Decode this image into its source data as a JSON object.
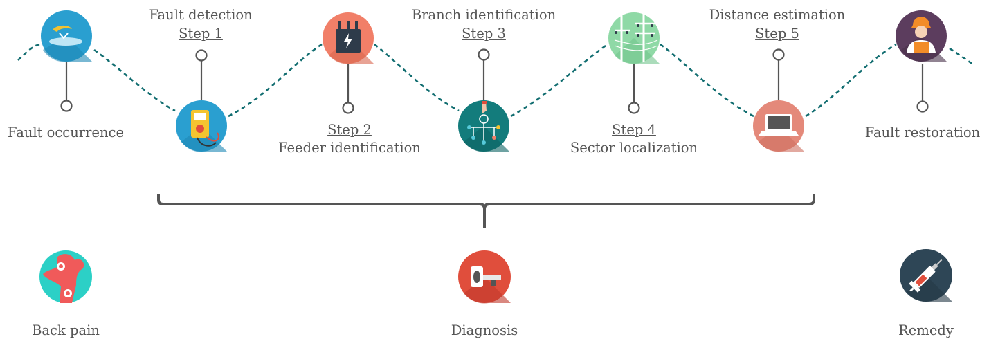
{
  "timeline": {
    "stages": [
      {
        "id": "occurrence",
        "label": "Fault occurrence",
        "icon": "flood-water-icon",
        "color": "#2a9fd0"
      },
      {
        "id": "step1",
        "step": "Step 1",
        "label": "Fault detection",
        "icon": "multimeter-icon",
        "color": "#2a9fd0"
      },
      {
        "id": "step2",
        "step": "Step 2",
        "label": "Feeder identification",
        "icon": "transformer-icon",
        "color": "#f17f68"
      },
      {
        "id": "step3",
        "step": "Step 3",
        "label": "Branch identification",
        "icon": "network-touch-icon",
        "color": "#137c7c"
      },
      {
        "id": "step4",
        "step": "Step 4",
        "label": "Sector localization",
        "icon": "power-lines-icon",
        "color": "#8fd9a6"
      },
      {
        "id": "step5",
        "step": "Step 5",
        "label": "Distance estimation",
        "icon": "laptop-icon",
        "color": "#e4897a"
      },
      {
        "id": "restoration",
        "label": "Fault restoration",
        "icon": "technician-icon",
        "color": "#5c3d5e"
      }
    ]
  },
  "analogy": [
    {
      "label": "Back pain",
      "icon": "back-pain-icon",
      "color": "#2cd0c6"
    },
    {
      "label": "Diagnosis",
      "icon": "ct-scanner-icon",
      "color": "#e04e3c"
    },
    {
      "label": "Remedy",
      "icon": "syringe-icon",
      "color": "#2e4656"
    }
  ]
}
